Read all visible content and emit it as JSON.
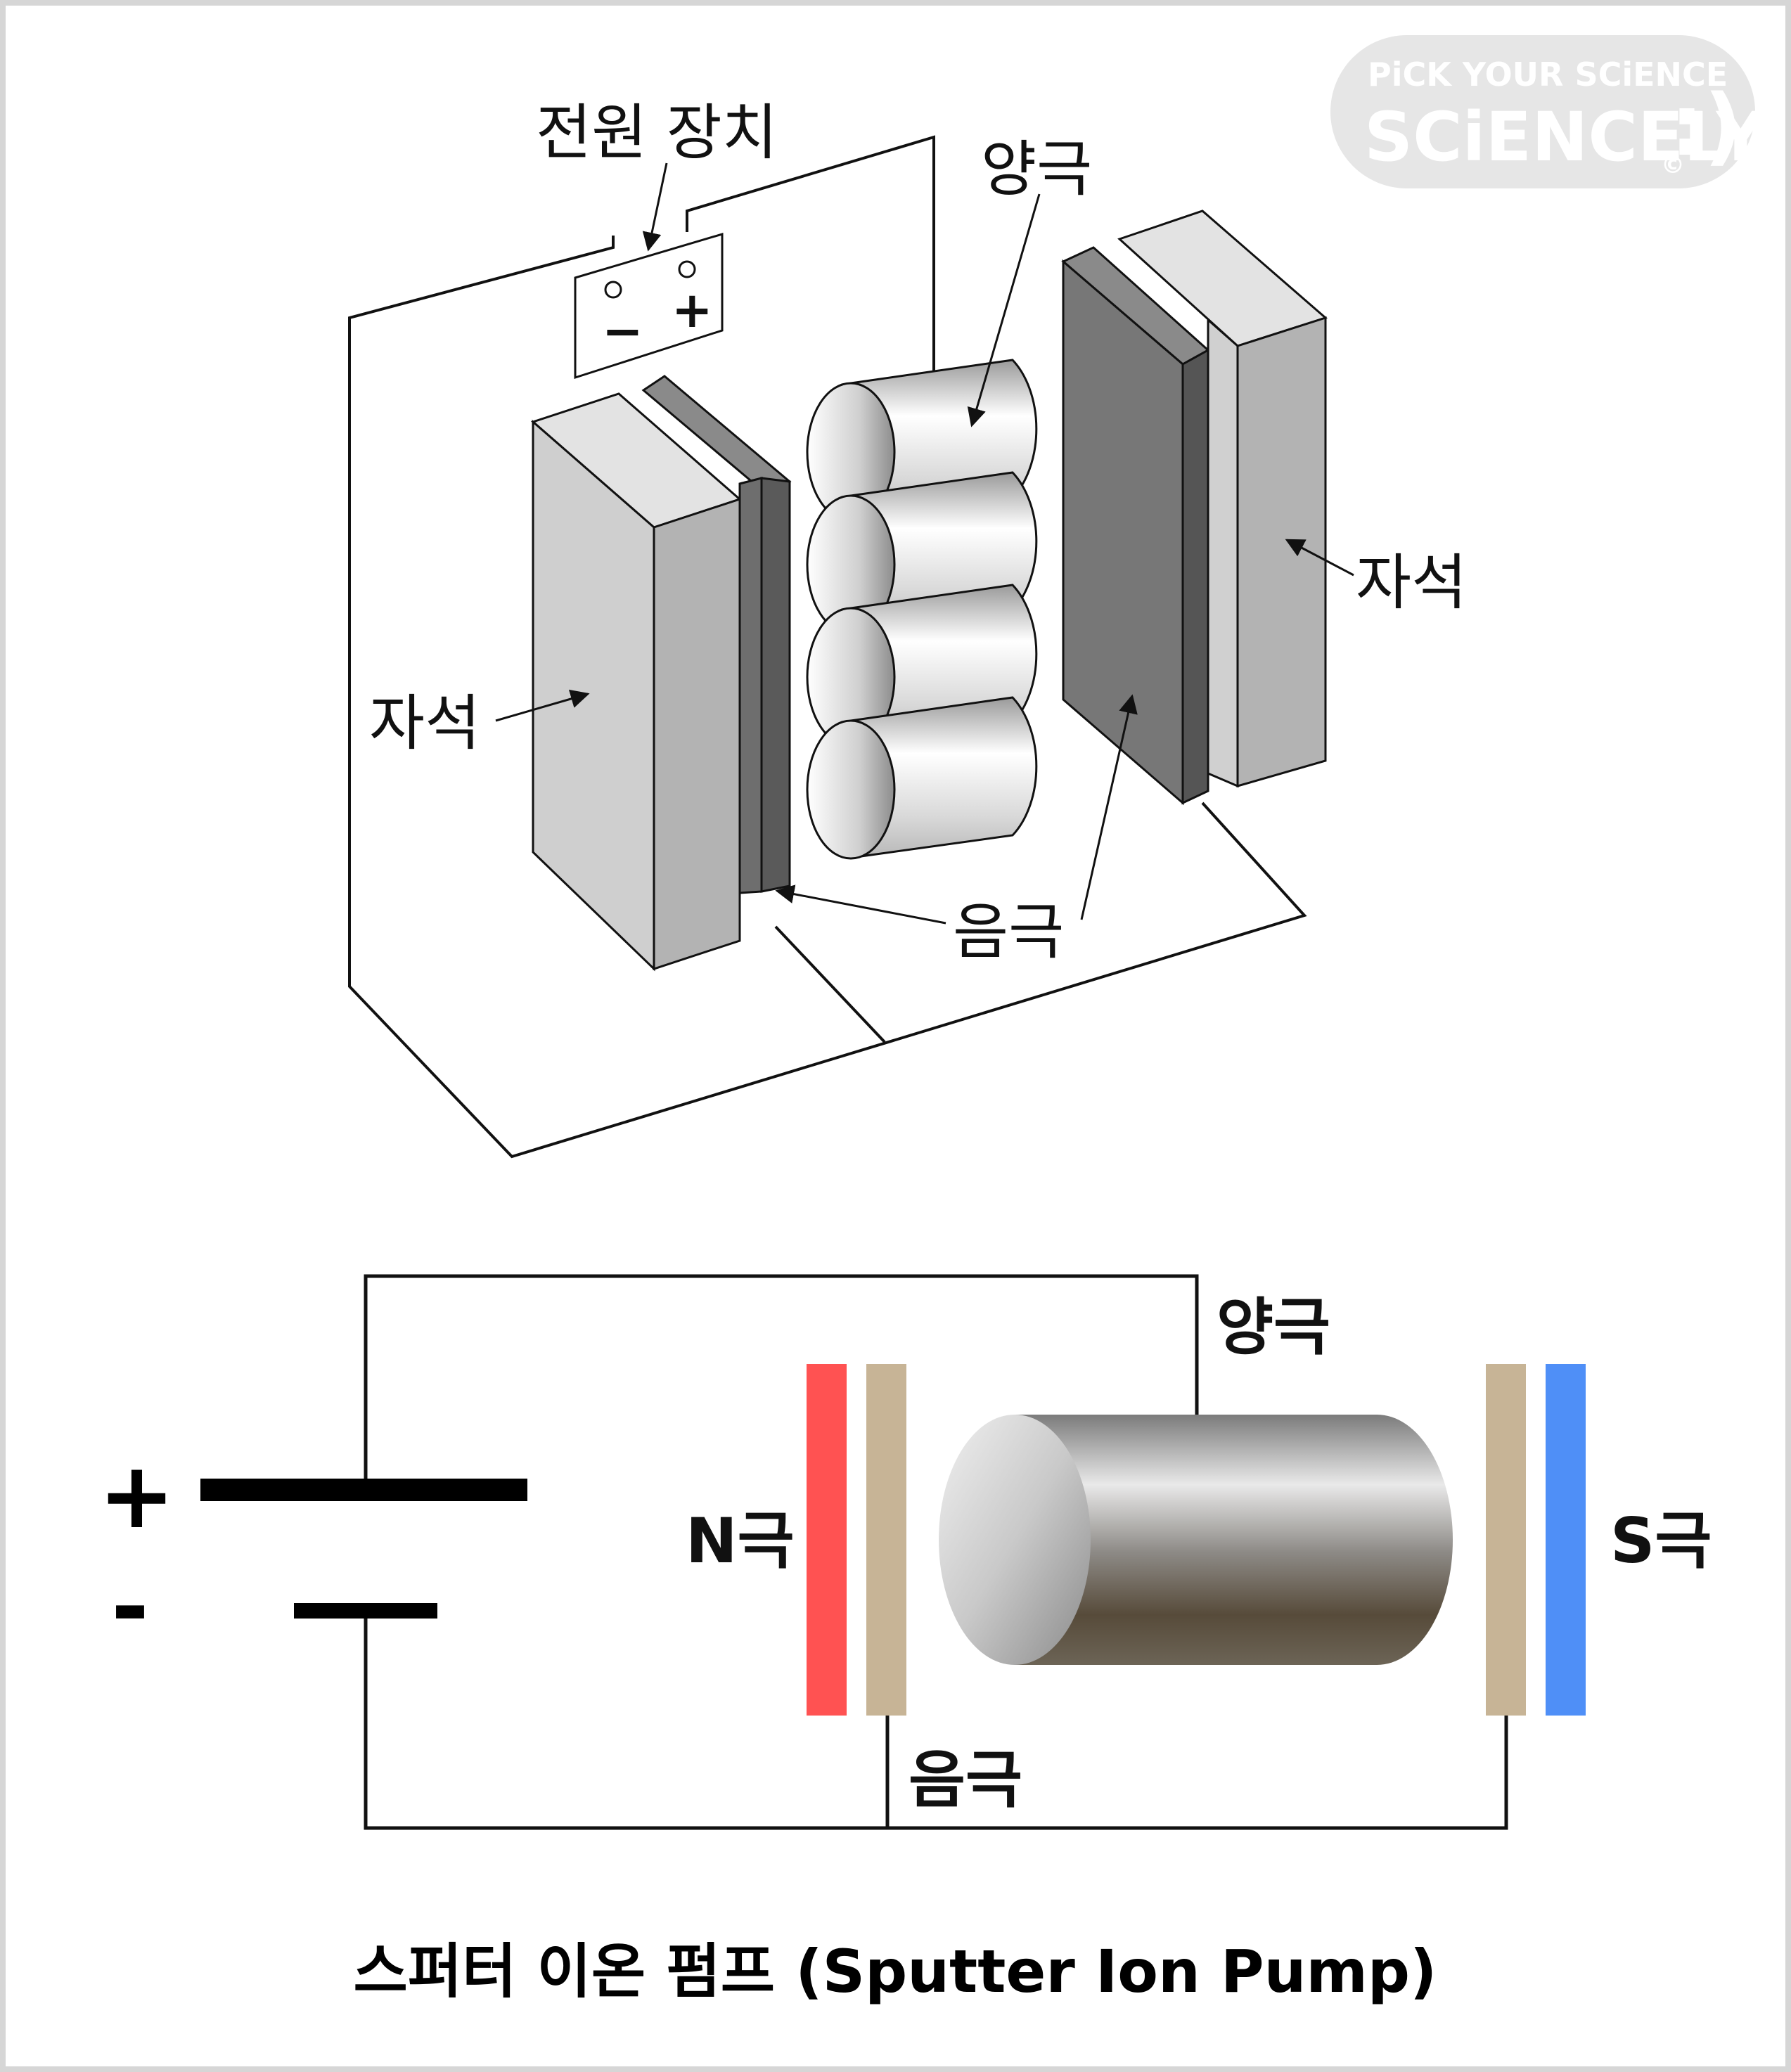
{
  "watermark": {
    "line1": "PiCK YOUR SCiENCE",
    "line2": "SCiENCELY",
    "smile": ":)",
    "copyright": "©"
  },
  "top_diagram": {
    "power_supply_label": "전원 장치",
    "minus_sign": "−",
    "plus_sign": "+",
    "anode_label": "양극",
    "magnet_left_label": "자석",
    "magnet_right_label": "자석",
    "cathode_label": "음극"
  },
  "bottom_diagram": {
    "plus_sign": "+",
    "minus_sign": "-",
    "anode_label": "양극",
    "cathode_label": "음극",
    "n_pole_label": "N극",
    "s_pole_label": "S극",
    "colors": {
      "n_pole": "#ff5252",
      "s_pole": "#4f8ff7",
      "cathode_plate": "#c7b496",
      "cylinder_dark": "#574b3a"
    }
  },
  "caption": "스퍼터 이온 펌프 (Sputter Ion Pump)"
}
